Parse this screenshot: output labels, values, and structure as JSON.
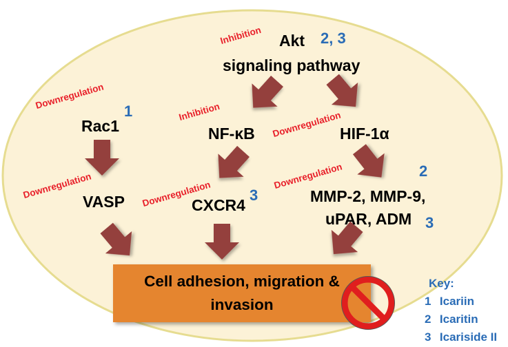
{
  "colors": {
    "ellipse_fill": "#fcf2d7",
    "ellipse_stroke": "#e6dc90",
    "arrow": "#94403c",
    "regulation_text": "#e8202a",
    "compound_number": "#2a6cb6",
    "outcome_box": "#e5852f",
    "no_sign": "#e01e1e"
  },
  "nodes": {
    "akt_line1": "Akt",
    "akt_line2": "signaling pathway",
    "rac1": "Rac1",
    "nfkb": "NF-κB",
    "hif1a": "HIF-1α",
    "vasp": "VASP",
    "cxcr4": "CXCR4",
    "mmp_line1": "MMP-2, MMP-9,",
    "mmp_line2": "uPAR, ADM"
  },
  "regulations": {
    "akt": "Inhibition",
    "rac1": "Downregulation",
    "nfkb": "Inhibition",
    "hif1a": "Downregulation",
    "vasp": "Downregulation",
    "cxcr4": "Downregulation",
    "mmp": "Downregulation"
  },
  "compound_numbers": {
    "akt": "2, 3",
    "rac1": "1",
    "cxcr4": "3",
    "mmp_top": "2",
    "mmp_bottom": "3"
  },
  "outcome": "Cell adhesion, migration &\ninvasion",
  "icons": {
    "inhibit": "no-sign-icon",
    "arrow": "arrow-down-icon"
  },
  "key": {
    "title": "Key:",
    "items": [
      {
        "num": "1",
        "name": "Icariin"
      },
      {
        "num": "2",
        "name": "Icaritin"
      },
      {
        "num": "3",
        "name": "Icariside II"
      }
    ]
  }
}
